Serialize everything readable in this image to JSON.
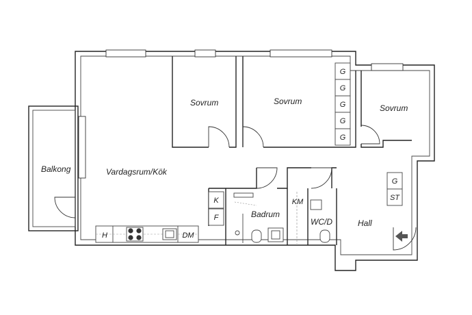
{
  "rooms": {
    "balkong": "Balkong",
    "vardagsrum": "Vardagsrum/Kök",
    "sovrum1": "Sovrum",
    "sovrum2": "Sovrum",
    "sovrum3": "Sovrum",
    "badrum": "Badrum",
    "wc": "WC/D",
    "hall": "Hall"
  },
  "fixtures": {
    "wardrobe": "G",
    "storage": "ST",
    "kyl": "K",
    "frys": "F",
    "hob": "H",
    "dishwasher": "DM",
    "washer": "KM"
  },
  "colors": {
    "wall": "#222222",
    "entrance_arrow": "#555555"
  },
  "icons": {
    "entrance": "entrance-arrow-icon"
  }
}
